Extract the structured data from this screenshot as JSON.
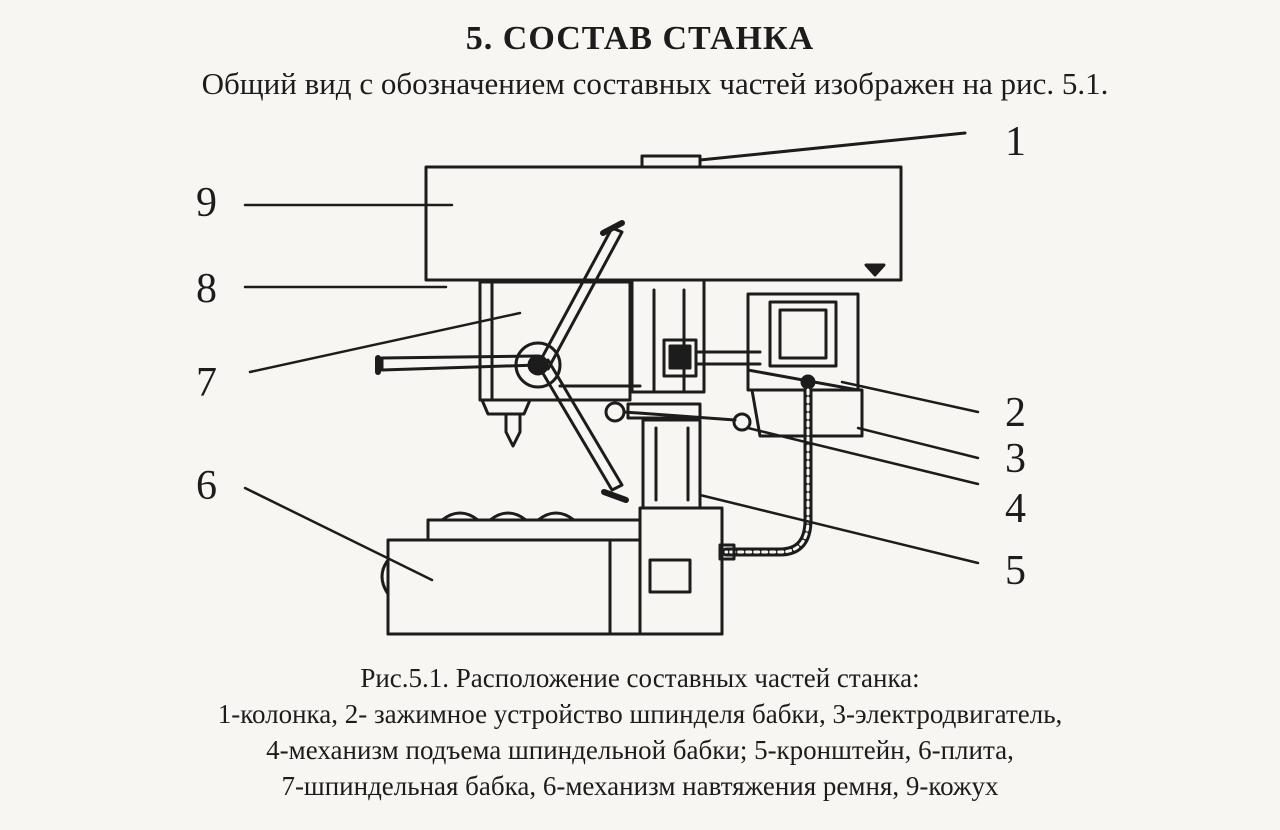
{
  "section_title": "5. СОСТАВ СТАНКА",
  "intro_text": "Общий вид с обозначением составных частей изображен на рис. 5.1.",
  "callouts": [
    "1",
    "2",
    "3",
    "4",
    "5",
    "6",
    "7",
    "8",
    "9"
  ],
  "caption": {
    "title": "Рис.5.1. Расположение составных частей станка:",
    "lines": [
      "1-колонка, 2- зажимное устройство шпинделя бабки, 3-электродвигатель,",
      "4-механизм подъема шпиндельной бабки; 5-кронштейн, 6-плита,",
      "7-шпиндельная бабка, 6-механизм навтяжения ремня, 9-кожух"
    ]
  }
}
